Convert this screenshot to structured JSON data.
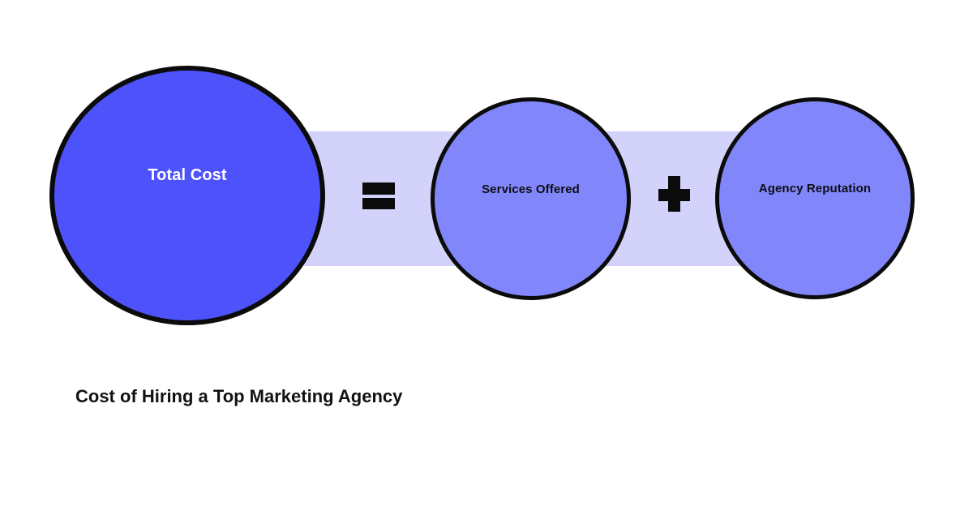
{
  "diagram": {
    "caption": "Cost of Hiring a Top Marketing Agency",
    "equation": {
      "result": {
        "label": "Total Cost",
        "fill": "#4d52fa",
        "text_color": "#ffffff"
      },
      "operator_equals": "=",
      "operand_1": {
        "label": "Services Offered",
        "fill": "#8186fa",
        "text_color": "#0d0d14"
      },
      "operator_plus": "+",
      "operand_2": {
        "label": "Agency Reputation",
        "fill": "#8186fa",
        "text_color": "#0d0d14"
      }
    },
    "colors": {
      "background": "#ffffff",
      "connector_band": "#d3d2fa",
      "outline": "#0b0b0b",
      "caption_text": "#111111"
    }
  }
}
